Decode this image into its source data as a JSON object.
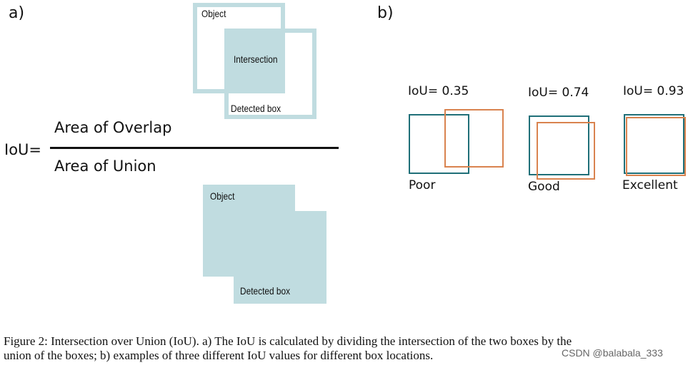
{
  "panel_a": {
    "label": "a)",
    "top_diagram": {
      "object_label": "Object",
      "intersection_label": "Intersection",
      "detected_box_label": "Detected box"
    },
    "formula": {
      "lhs": "IoU=",
      "numerator": "Area of Overlap",
      "denominator": "Area of Union"
    },
    "bottom_diagram": {
      "object_label": "Object",
      "detected_box_label": "Detected box"
    }
  },
  "panel_b": {
    "label": "b)",
    "examples": [
      {
        "iou": "IoU= 0.35",
        "quality": "Poor"
      },
      {
        "iou": "IoU= 0.74",
        "quality": "Good"
      },
      {
        "iou": "IoU= 0.93",
        "quality": "Excellent"
      }
    ]
  },
  "caption": {
    "line1": "Figure 2: Intersection over Union (IoU). a) The IoU is calculated by dividing the intersection of the two boxes by the",
    "line2": "union of the boxes; b) examples of three different IoU values for different box locations."
  },
  "watermark": "CSDN @balabala_333",
  "colors": {
    "box_fill": "#c0dce0",
    "teal": "#1f6f78",
    "orange": "#d9834f"
  }
}
